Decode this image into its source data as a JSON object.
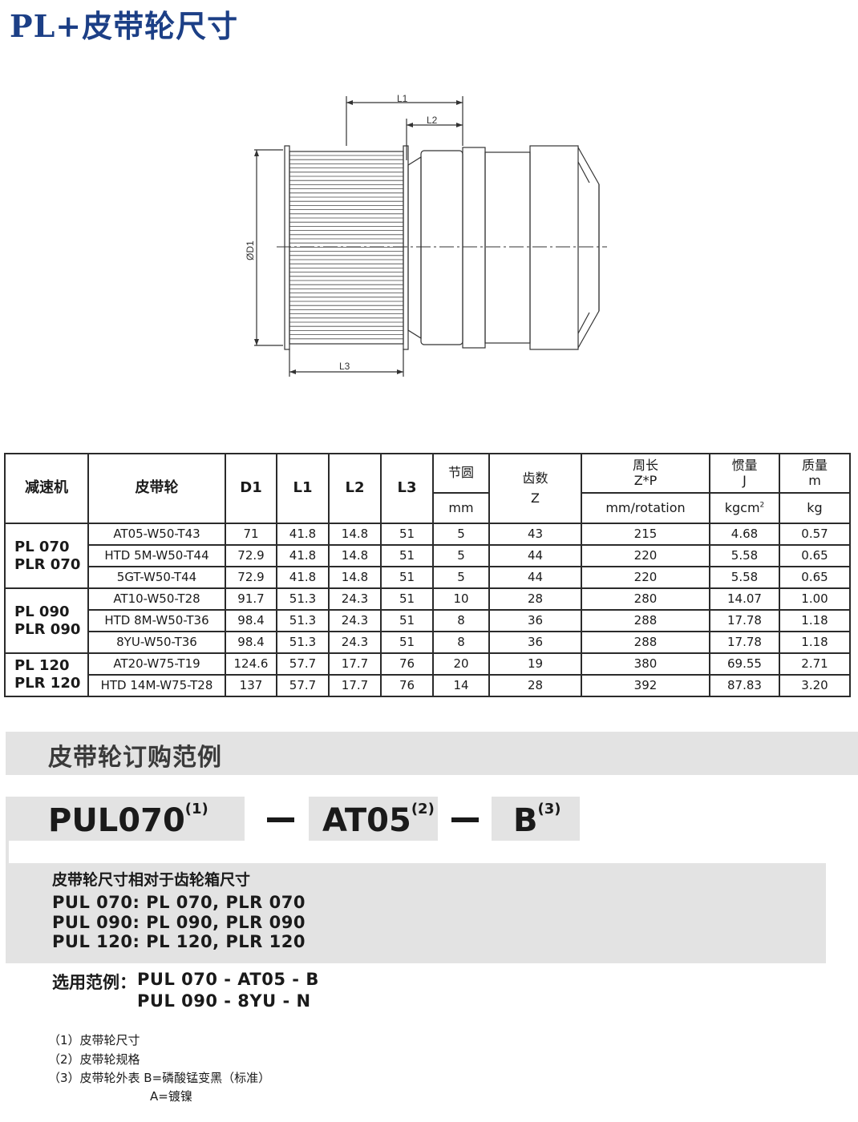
{
  "title": "PL+皮带轮尺寸",
  "drawing_labels": {
    "l1": "L1",
    "l2": "L2",
    "l3": "L3",
    "d1": "ØD1"
  },
  "table": {
    "headers": {
      "gearbox": "减速机",
      "pulley": "皮带轮",
      "d1": "D1",
      "l1": "L1",
      "l2": "L2",
      "l3": "L3",
      "pitch_circle": "节圆",
      "pitch_circle_unit": "mm",
      "teeth": "齿数",
      "teeth_sym": "Z",
      "perimeter": "周长",
      "perimeter_sym": "Z*P",
      "perimeter_unit": "mm/rotation",
      "inertia": "惯量",
      "inertia_sym": "J",
      "inertia_unit": "kgcm",
      "inertia_unit_sup": "2",
      "mass": "质量",
      "mass_sym": "m",
      "mass_unit": "kg"
    },
    "groups": [
      {
        "model_line1": "PL 070",
        "model_line2": "PLR 070",
        "rows": [
          [
            "AT05-W50-T43",
            "71",
            "41.8",
            "14.8",
            "51",
            "5",
            "43",
            "215",
            "4.68",
            "0.57"
          ],
          [
            "HTD 5M-W50-T44",
            "72.9",
            "41.8",
            "14.8",
            "51",
            "5",
            "44",
            "220",
            "5.58",
            "0.65"
          ],
          [
            "5GT-W50-T44",
            "72.9",
            "41.8",
            "14.8",
            "51",
            "5",
            "44",
            "220",
            "5.58",
            "0.65"
          ]
        ]
      },
      {
        "model_line1": "PL 090",
        "model_line2": "PLR 090",
        "rows": [
          [
            "AT10-W50-T28",
            "91.7",
            "51.3",
            "24.3",
            "51",
            "10",
            "28",
            "280",
            "14.07",
            "1.00"
          ],
          [
            "HTD 8M-W50-T36",
            "98.4",
            "51.3",
            "24.3",
            "51",
            "8",
            "36",
            "288",
            "17.78",
            "1.18"
          ],
          [
            "8YU-W50-T36",
            "98.4",
            "51.3",
            "24.3",
            "51",
            "8",
            "36",
            "288",
            "17.78",
            "1.18"
          ]
        ]
      },
      {
        "model_line1": "PL 120",
        "model_line2": "PLR 120",
        "rows": [
          [
            "AT20-W75-T19",
            "124.6",
            "57.7",
            "17.7",
            "76",
            "20",
            "19",
            "380",
            "69.55",
            "2.71"
          ],
          [
            "HTD 14M-W75-T28",
            "137",
            "57.7",
            "17.7",
            "76",
            "14",
            "28",
            "392",
            "87.83",
            "3.20"
          ]
        ]
      }
    ]
  },
  "order": {
    "section_title": "皮带轮订购范例",
    "code1": "PUL070",
    "code1_sup": "(1)",
    "code2": "AT05",
    "code2_sup": "(2)",
    "code3": "B",
    "code3_sup": "(3)",
    "info_title": "皮带轮尺寸相对于齿轮箱尺寸",
    "info_lines": [
      "PUL 070: PL 070, PLR 070",
      "PUL 090: PL 090, PLR 090",
      "PUL 120: PL 120, PLR 120"
    ],
    "example_label": "选用范例：",
    "example_lines": [
      "PUL 070 - AT05 - B",
      "PUL 090 - 8YU - N"
    ],
    "notes": [
      "（1）皮带轮尺寸",
      "（2）皮带轮规格",
      "（3）皮带轮外表  B=磷酸锰变黑（标准）",
      "A=镀镍"
    ]
  }
}
